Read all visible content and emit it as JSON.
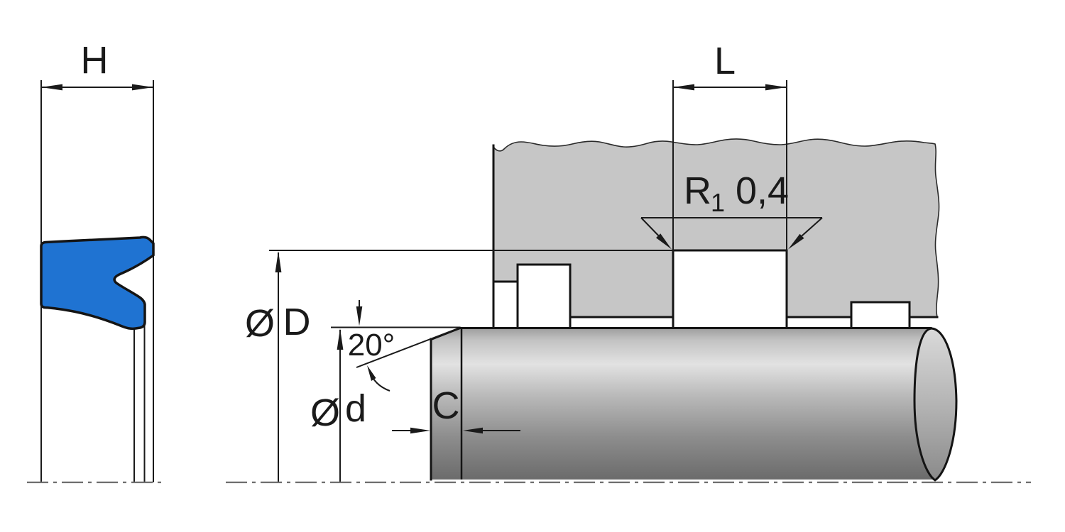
{
  "drawing": {
    "description": "Rod seal cross-section and groove installation drawing",
    "labels": {
      "seal_height": "H",
      "groove_length": "L",
      "radius_symbol": "R",
      "radius_subscript": "1",
      "radius_value": "0,4",
      "bore_diameter_symbol": "Ø",
      "bore_diameter_letter": "D",
      "rod_diameter_symbol": "Ø",
      "rod_diameter_letter": "d",
      "chamfer_angle": "20°",
      "chamfer_length": "C"
    },
    "colors": {
      "seal": "#1f73d2",
      "housing": "#c6c6c6",
      "line": "#1a1a1a",
      "centerline": "#6e6e6e"
    }
  }
}
